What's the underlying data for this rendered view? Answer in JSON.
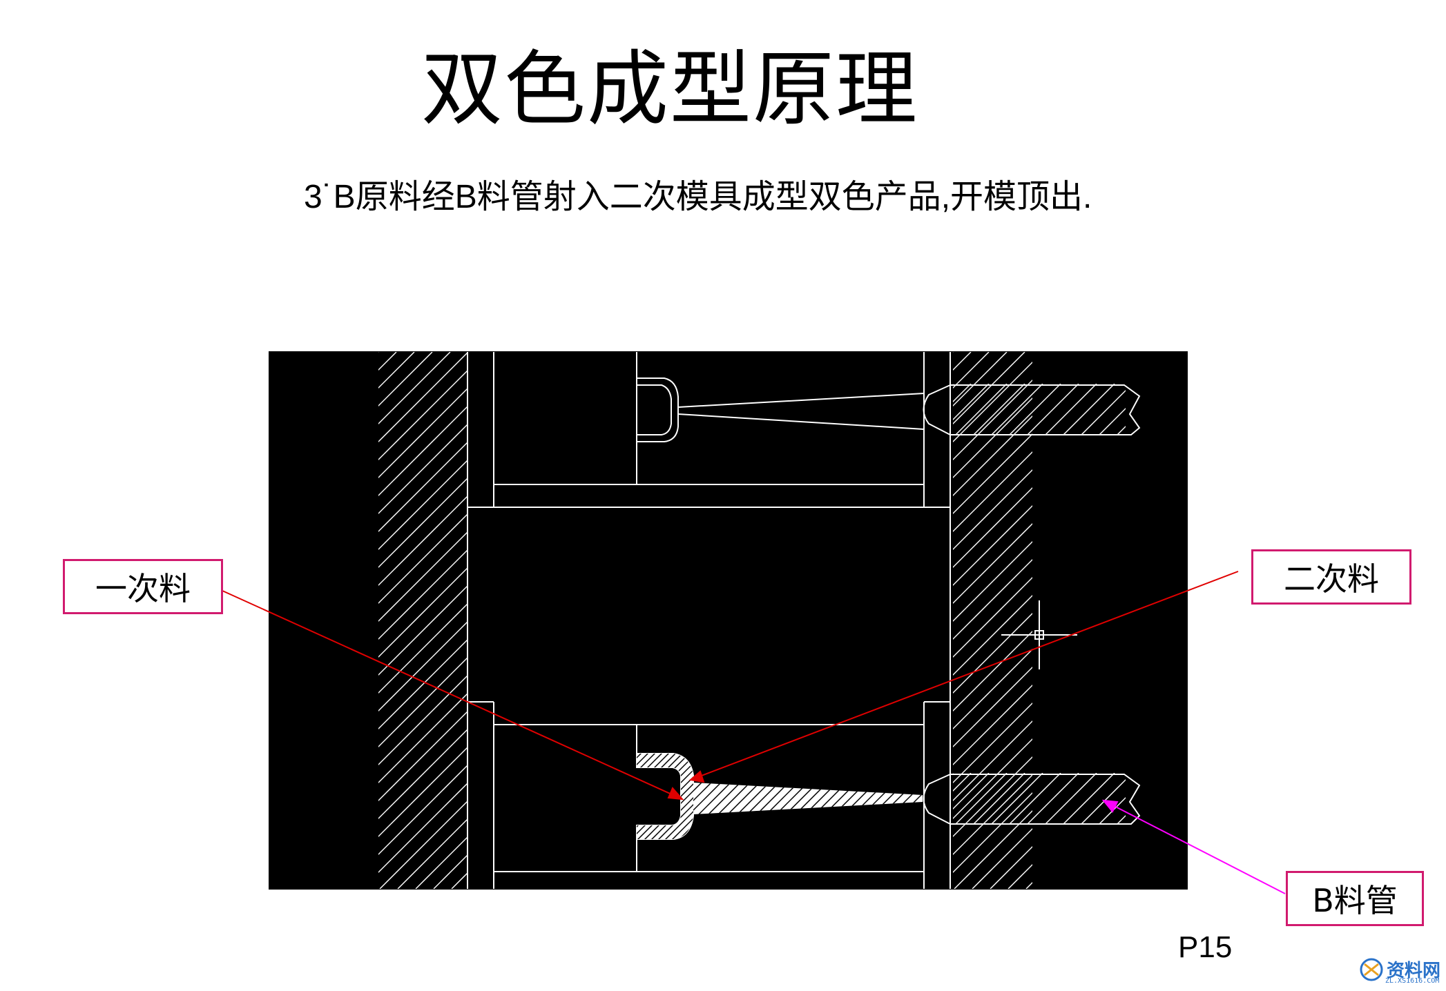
{
  "title": "双色成型原理",
  "subtitle": "3˙B原料经B料管射入二次模具成型双色产品,开模顶出.",
  "labels": {
    "first_material": "一次料",
    "second_material": "二次料",
    "b_barrel": "B料管"
  },
  "page_number": "P15",
  "watermark": {
    "text": "资料网",
    "sub": "ZL.XS1616.COM"
  },
  "colors": {
    "label_border": "#d11a6e",
    "arrow_red": "#e00000",
    "arrow_magenta": "#ff00ff",
    "cad_background": "#000000",
    "cad_lines": "#ffffff"
  }
}
